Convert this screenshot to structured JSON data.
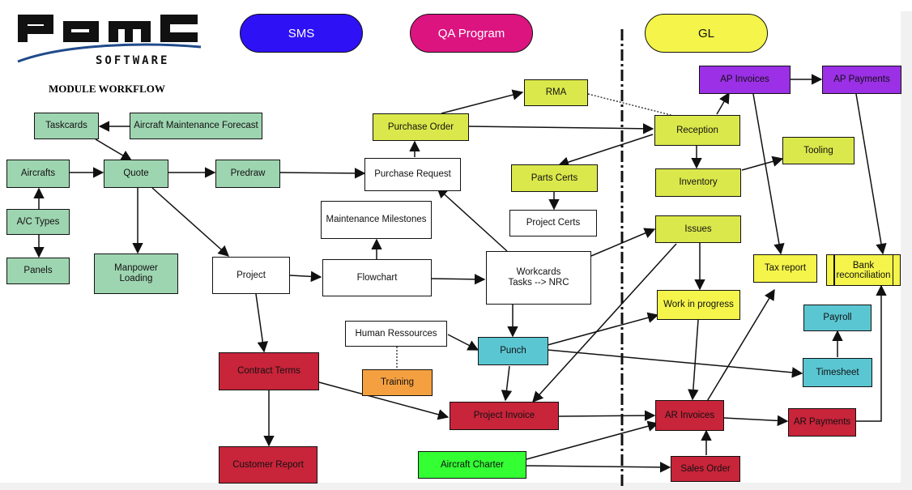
{
  "logo": {
    "wordmark": "PAMC",
    "subtitle": "SOFTWARE"
  },
  "title": "MODULE WORKFLOW",
  "headers": {
    "sms": "SMS",
    "qa": "QA Program",
    "gl": "GL"
  },
  "colors": {
    "green": "#9ed5b1",
    "lime": "#dbe84b",
    "purple": "#9b30e6",
    "cyan": "#5ac6d2",
    "red": "#c8243a",
    "orange": "#f5a040",
    "brightgreen": "#33ff33",
    "yellow": "#f4f44a",
    "sms": "#2e11f5",
    "qa": "#db1480"
  },
  "nodes": {
    "taskcards": "Taskcards",
    "amf": "Aircraft Maintenance Forecast",
    "aircrafts": "Aircrafts",
    "quote": "Quote",
    "predraw": "Predraw",
    "actypes": "A/C Types",
    "panels": "Panels",
    "manpower": "Manpower\nLoading",
    "project": "Project",
    "flowchart": "Flowchart",
    "milestones": "Maintenance Milestones",
    "purchase_request": "Purchase Request",
    "purchase_order": "Purchase Order",
    "rma": "RMA",
    "parts_certs": "Parts Certs",
    "project_certs": "Project Certs",
    "workcards": "Workcards\nTasks --> NRC",
    "human_res": "Human Ressources",
    "training": "Training",
    "punch": "Punch",
    "contract_terms": "Contract Terms",
    "customer_report": "Customer Report",
    "project_invoice": "Project Invoice",
    "aircraft_charter": "Aircraft Charter",
    "reception": "Reception",
    "inventory": "Inventory",
    "tooling": "Tooling",
    "issues": "Issues",
    "wip": "Work in progress",
    "ap_invoices": "AP Invoices",
    "ap_payments": "AP Payments",
    "tax_report": "Tax report",
    "bank_rec": "Bank\nreconciliation",
    "payroll": "Payroll",
    "timesheet": "Timesheet",
    "ar_invoices": "AR Invoices",
    "ar_payments": "AR Payments",
    "sales_order": "Sales Order"
  }
}
